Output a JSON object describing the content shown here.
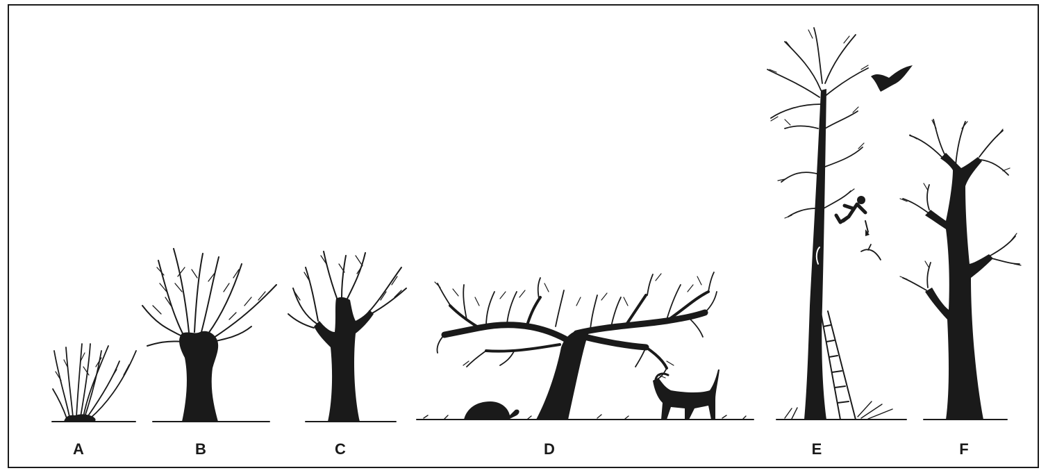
{
  "ink_color": "#1a1a1a",
  "paper_color": "#ffffff",
  "labels": {
    "a": "A",
    "b": "B",
    "c": "C",
    "d": "D",
    "e": "E",
    "f": "F"
  }
}
